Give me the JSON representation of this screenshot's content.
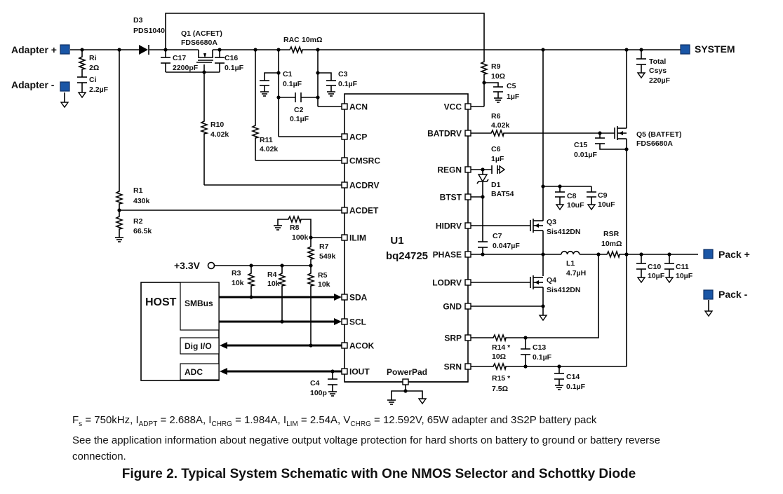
{
  "figure": {
    "caption": "Figure 2.  Typical System Schematic with One NMOS Selector and Schottky Diode",
    "conditions": [
      {
        "text": "F",
        "sub": "s",
        "rest": " = 750kHz, "
      },
      {
        "text": "I",
        "sub": "ADPT",
        "rest": " = 2.688A, "
      },
      {
        "text": "I",
        "sub": "CHRG",
        "rest": " = 1.984A, "
      },
      {
        "text": "I",
        "sub": "LIM",
        "rest": " = 2.54A, "
      },
      {
        "text": "V",
        "sub": "CHRG",
        "rest": " = 12.592V, 65W adapter and 3S2P battery pack"
      }
    ],
    "note": "See the application information about negative output voltage protection for hard shorts on battery to ground or battery reverse connection."
  },
  "terminals": {
    "adapter_plus": "Adapter +",
    "adapter_minus": "Adapter -",
    "system": "SYSTEM",
    "pack_plus": "Pack +",
    "pack_minus": "Pack -",
    "supply": "+3.3V",
    "powerpad": "PowerPad"
  },
  "colors": {
    "terminal": "#1a56a6"
  },
  "ic": {
    "ref": "U1",
    "part": "bq24725",
    "left_pins": [
      "ACN",
      "ACP",
      "CMSRC",
      "ACDRV",
      "ACDET",
      "ILIM",
      "SDA",
      "SCL",
      "ACOK",
      "IOUT"
    ],
    "right_pins": [
      "VCC",
      "BATDRV",
      "REGN",
      "BTST",
      "HIDRV",
      "PHASE",
      "LODRV",
      "GND",
      "SRP",
      "SRN"
    ]
  },
  "host": {
    "title": "HOST",
    "blocks": [
      "SMBus",
      "Dig I/O",
      "ADC"
    ]
  },
  "components": {
    "D3": {
      "ref": "D3",
      "value": "PDS1040"
    },
    "Q1": {
      "ref": "Q1 (ACFET)",
      "value": "FDS6680A"
    },
    "C17": {
      "ref": "C17",
      "value": "2200pF"
    },
    "C16": {
      "ref": "C16",
      "value": "0.1µF"
    },
    "Ri": {
      "ref": "Ri",
      "value": "2Ω"
    },
    "Ci": {
      "ref": "Ci",
      "value": "2.2µF"
    },
    "RAC": {
      "ref": "RAC",
      "value": "10mΩ"
    },
    "C1": {
      "ref": "C1",
      "value": "0.1µF"
    },
    "C2": {
      "ref": "C2",
      "value": "0.1µF"
    },
    "C3": {
      "ref": "C3",
      "value": "0.1µF"
    },
    "R9": {
      "ref": "R9",
      "value": "10Ω"
    },
    "C5": {
      "ref": "C5",
      "value": "1µF"
    },
    "Csys": {
      "ref": "Total",
      "ref2": "Csys",
      "value": "220µF"
    },
    "R10": {
      "ref": "R10",
      "value": "4.02k"
    },
    "R11": {
      "ref": "R11",
      "value": "4.02k"
    },
    "R6": {
      "ref": "R6",
      "value": "4.02k"
    },
    "C15": {
      "ref": "C15",
      "value": "0.01µF"
    },
    "Q5": {
      "ref": "Q5 (BATFET)",
      "value": "FDS6680A"
    },
    "C6": {
      "ref": "C6",
      "value": "1µF"
    },
    "D1": {
      "ref": "D1",
      "value": "BAT54"
    },
    "C8": {
      "ref": "C8",
      "value": "10uF"
    },
    "C9": {
      "ref": "C9",
      "value": "10uF"
    },
    "R1": {
      "ref": "R1",
      "value": "430k"
    },
    "R2": {
      "ref": "R2",
      "value": "66.5k"
    },
    "R8": {
      "ref": "R8",
      "value": "100k"
    },
    "R7": {
      "ref": "R7",
      "value": "549k"
    },
    "R3": {
      "ref": "R3",
      "value": "10k"
    },
    "R4": {
      "ref": "R4",
      "value": "10k"
    },
    "R5": {
      "ref": "R5",
      "value": "10k"
    },
    "Q3": {
      "ref": "Q3",
      "value": "Sis412DN"
    },
    "Q4": {
      "ref": "Q4",
      "value": "Sis412DN"
    },
    "C7": {
      "ref": "C7",
      "value": "0.047µF"
    },
    "L1": {
      "ref": "L1",
      "value": "4.7µH"
    },
    "RSR": {
      "ref": "RSR",
      "value": "10mΩ"
    },
    "C10": {
      "ref": "C10",
      "value": "10µF"
    },
    "C11": {
      "ref": "C11",
      "value": "10µF"
    },
    "R14": {
      "ref": "R14 *",
      "value": "10Ω"
    },
    "R15": {
      "ref": "R15 *",
      "value": "7.5Ω"
    },
    "C13": {
      "ref": "C13",
      "value": "0.1µF"
    },
    "C14": {
      "ref": "C14",
      "value": "0.1µF"
    },
    "C4": {
      "ref": "C4",
      "value": "100p"
    }
  }
}
